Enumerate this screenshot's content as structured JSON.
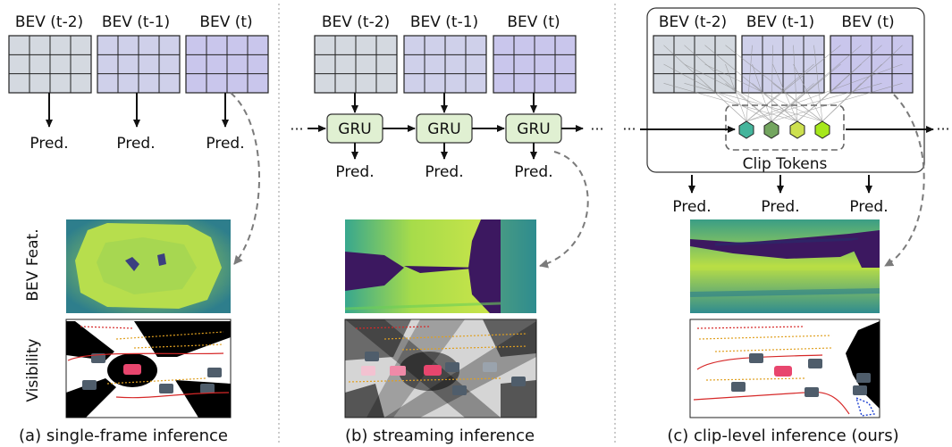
{
  "panels": [
    {
      "caption": "(a) single-frame inference",
      "frames": [
        "BEV (t-2)",
        "BEV (t-1)",
        "BEV (t)"
      ],
      "pred": "Pred."
    },
    {
      "caption": "(b) streaming inference",
      "frames": [
        "BEV (t-2)",
        "BEV (t-1)",
        "BEV (t)"
      ],
      "gru": "GRU",
      "pred": "Pred.",
      "ellipsis": "···"
    },
    {
      "caption": "(c) clip-level inference (ours)",
      "frames": [
        "BEV (t-2)",
        "BEV (t-1)",
        "BEV (t)"
      ],
      "clip_tokens": "Clip Tokens",
      "pred": "Pred.",
      "ellipsis": "···"
    }
  ],
  "row_labels": {
    "feat": "BEV Feat.",
    "vis": "Visibility"
  },
  "colors": {
    "grid_gray": "#d4d9e0",
    "grid_lavender": "#c9c6ec",
    "gru_fill": "#e0f0d2",
    "token_colors": [
      "#45b59c",
      "#73a55f",
      "#cde04f",
      "#a6e81c"
    ],
    "feat_bg": "#b9e14d",
    "feat_dark": "#3c1860",
    "ego_car": "#e8466e",
    "other_car": "#4f5d6b"
  }
}
